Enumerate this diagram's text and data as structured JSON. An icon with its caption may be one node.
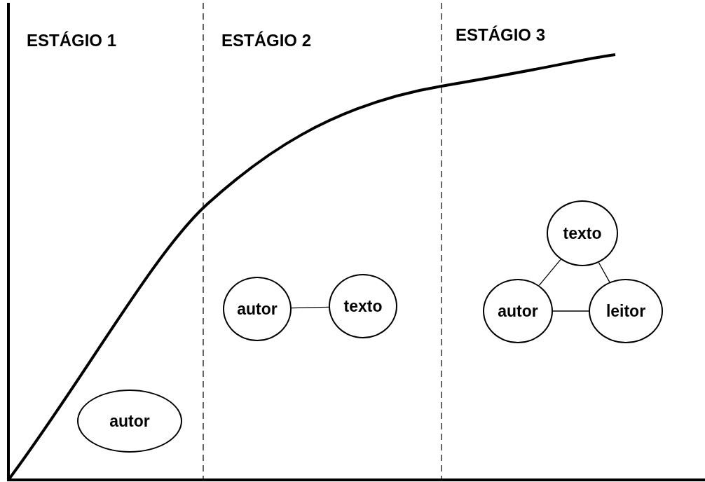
{
  "diagram": {
    "nodes": [
      {
        "text": [
          "autor"
        ]
      },
      {
        "text": [
          "autor"
        ]
      },
      {
        "text": [
          "texto"
        ]
      },
      {
        "text": [
          "texto"
        ]
      },
      {
        "text": [
          "autor"
        ]
      },
      {
        "text": [
          "leitor"
        ]
      }
    ],
    "edges": [
      {
        "from": 1,
        "to": 2,
        "arrow": "none"
      },
      {
        "from": 3,
        "to": 4,
        "arrow": "none"
      },
      {
        "from": 3,
        "to": 5,
        "arrow": "none"
      },
      {
        "from": 4,
        "to": 5,
        "arrow": "none"
      }
    ],
    "labels": [
      "ESTÁGIO 1",
      "ESTÁGIO 2",
      "ESTÁGIO 3"
    ]
  }
}
